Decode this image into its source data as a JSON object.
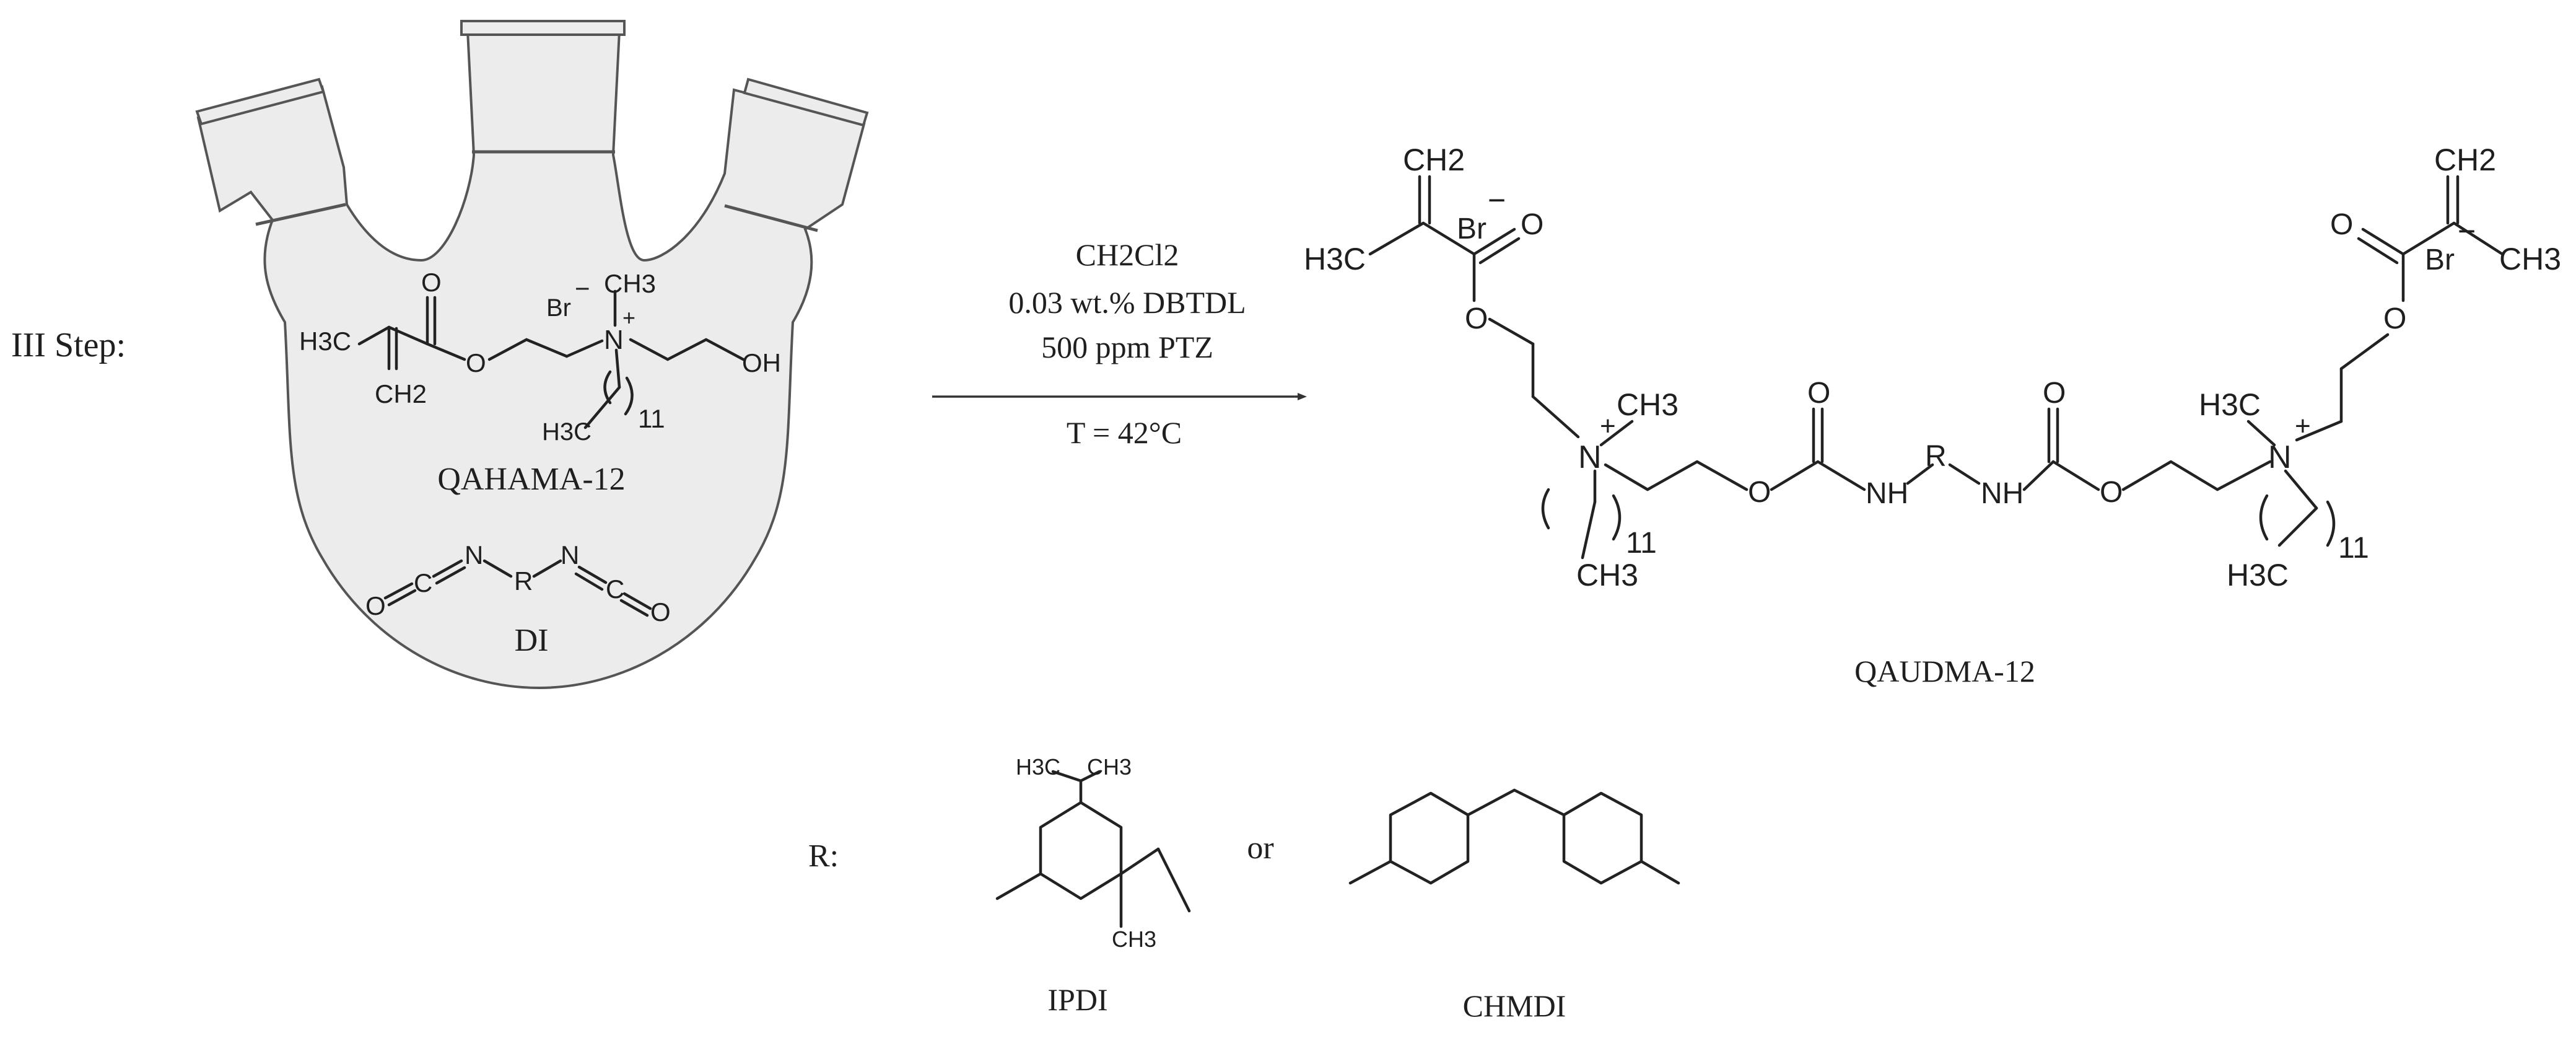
{
  "step_label": "III Step:",
  "flask_contents": {
    "reagent_1": {
      "name": "QAHAMA-12",
      "atoms": {
        "h3c": "H3C",
        "o_carbonyl": "O",
        "o_ester": "O",
        "ch2": "CH2",
        "br": "Br",
        "br_charge": "−",
        "n": "N",
        "n_charge": "+",
        "ch3": "CH3",
        "oh": "OH",
        "h3c_chain": "H3C",
        "chain_count": "11"
      }
    },
    "reagent_2": {
      "name": "DI",
      "atoms": {
        "o_left": "O",
        "c_left": "C",
        "n_left": "N",
        "r": "R",
        "n_right": "N",
        "c_right": "C",
        "o_right": "O"
      }
    }
  },
  "conditions": {
    "solvent": "CH2Cl2",
    "catalyst": "0.03 wt.% DBTDL",
    "inhibitor": "500 ppm PTZ",
    "temperature": "T = 42°C"
  },
  "product": {
    "name": "QAUDMA-12",
    "atoms": {
      "ch2": "CH2",
      "br": "Br",
      "charge_minus": "−",
      "o": "O",
      "h3c": "H3C",
      "ch3": "CH3",
      "n": "N",
      "charge_plus": "+",
      "nh": "NH",
      "r": "R",
      "chain_count": "11"
    }
  },
  "r_groups": {
    "label": "R:",
    "connector": "or",
    "option_1": {
      "name": "IPDI",
      "atoms": {
        "h3c": "H3C",
        "ch3": "CH3"
      }
    },
    "option_2": {
      "name": "CHMDI"
    }
  }
}
